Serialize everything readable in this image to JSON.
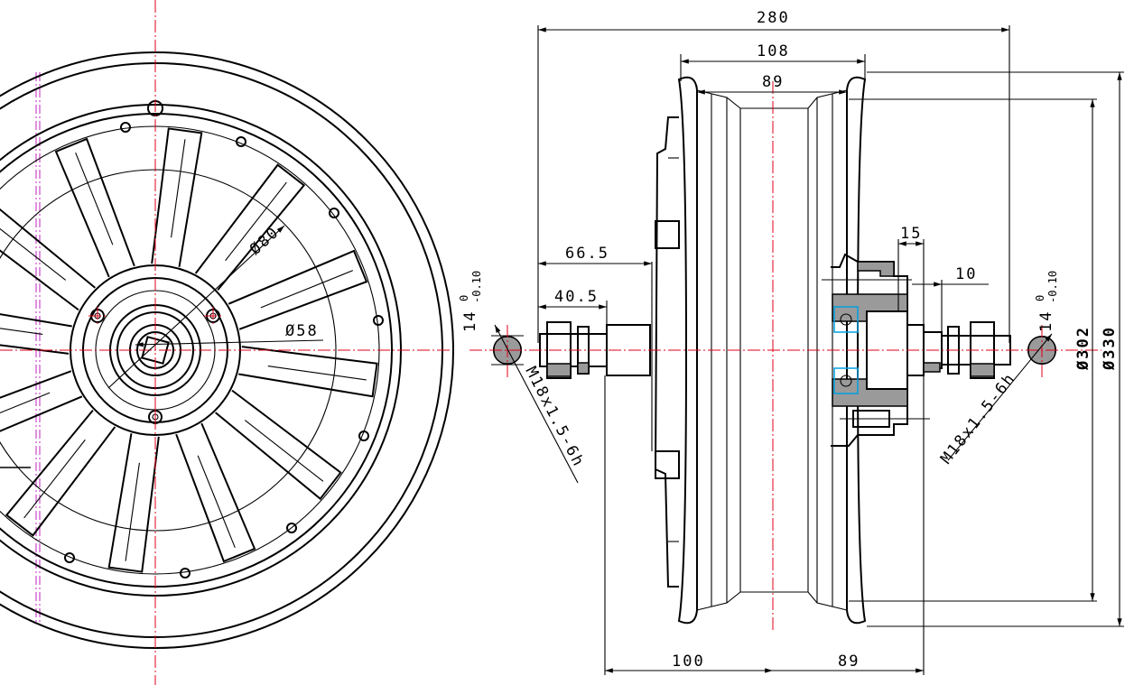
{
  "dimensions": {
    "overall_width": "280",
    "rim_outer_width": "108",
    "rim_inner_width": "89",
    "left_axle_length": "66.5",
    "left_flat_length": "40.5",
    "right_step_1": "15",
    "right_step_2": "10",
    "bottom_left": "100",
    "bottom_right": "89",
    "diameter_80": "Ø80",
    "diameter_58": "Ø58",
    "diameter_302": "Ø302",
    "diameter_330": "Ø330",
    "flat_tolerance_base": "14",
    "flat_tolerance_upper": "0",
    "flat_tolerance_lower": "-0.10",
    "thread_left": "M18x1.5-6h",
    "thread_right": "M18x1.5-6h"
  },
  "colors": {
    "lines": "#000000",
    "centerline": "#e0001a",
    "construction": "#c020c0",
    "section_hatch": "#9a9a9a",
    "bearing": "#00a0e0"
  }
}
